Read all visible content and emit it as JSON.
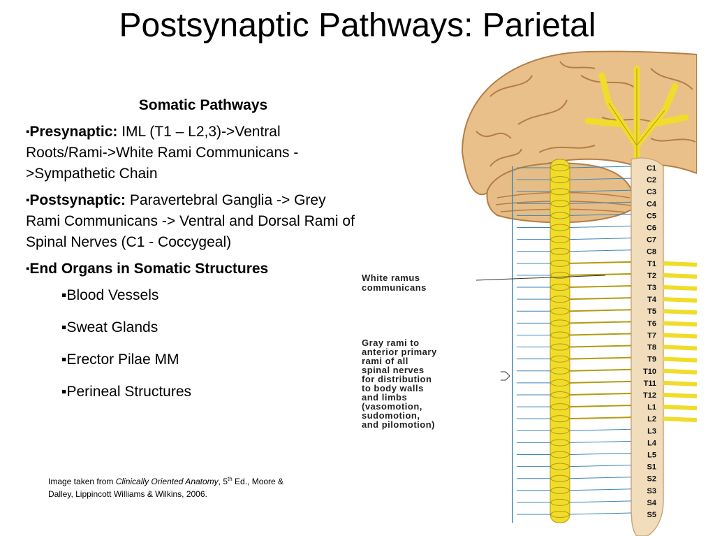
{
  "slide": {
    "title": "Postsynaptic Pathways: Parietal"
  },
  "content": {
    "heading": "Somatic Pathways",
    "bullet_marker": "▪",
    "bullets": [
      {
        "label": "Presynaptic:",
        "text": " IML (T1 – L2,3)->Ventral Roots/Rami->White Rami Communicans ->Sympathetic Chain"
      },
      {
        "label": "Postsynaptic:",
        "text": " Paravertebral Ganglia -> Grey Rami Communicans -> Ventral and Dorsal Rami of Spinal Nerves (C1 - Coccygeal)"
      },
      {
        "label": "End Organs in Somatic Structures",
        "text": ""
      }
    ],
    "sub_bullets": [
      "Blood Vessels",
      "Sweat Glands",
      "Erector Pilae MM",
      "Perineal Structures"
    ]
  },
  "citation": {
    "prefix": "Image taken from ",
    "book": "Clinically Oriented Anatomy",
    "edition_num": ", 5",
    "edition_sup": "th",
    "rest": " Ed., Moore & Dalley, Lippincott Williams & Wilkins, 2006."
  },
  "figure": {
    "white_ramus_label": [
      "White ramus",
      "communicans"
    ],
    "gray_rami_label": [
      "Gray rami to",
      "anterior primary",
      "rami of all",
      "spinal nerves",
      "for distribution",
      "to body walls",
      "and limbs",
      "(vasomotion,",
      "sudomotion,",
      "and pilomotion)"
    ],
    "segments": [
      "C1",
      "C2",
      "C3",
      "C4",
      "C5",
      "C6",
      "C7",
      "C8",
      "T1",
      "T2",
      "T3",
      "T4",
      "T5",
      "T6",
      "T7",
      "T8",
      "T9",
      "T10",
      "T11",
      "T12",
      "L1",
      "L2",
      "L3",
      "L4",
      "L5",
      "S1",
      "S2",
      "S3",
      "S4",
      "S5"
    ],
    "colors": {
      "brain": "#e9c089",
      "brain_shadow": "#c58f55",
      "cord": "#f1dcbc",
      "nerve": "#f0dc2a",
      "nerve_stroke": "#b59a10",
      "line": "#3a86b8"
    }
  }
}
